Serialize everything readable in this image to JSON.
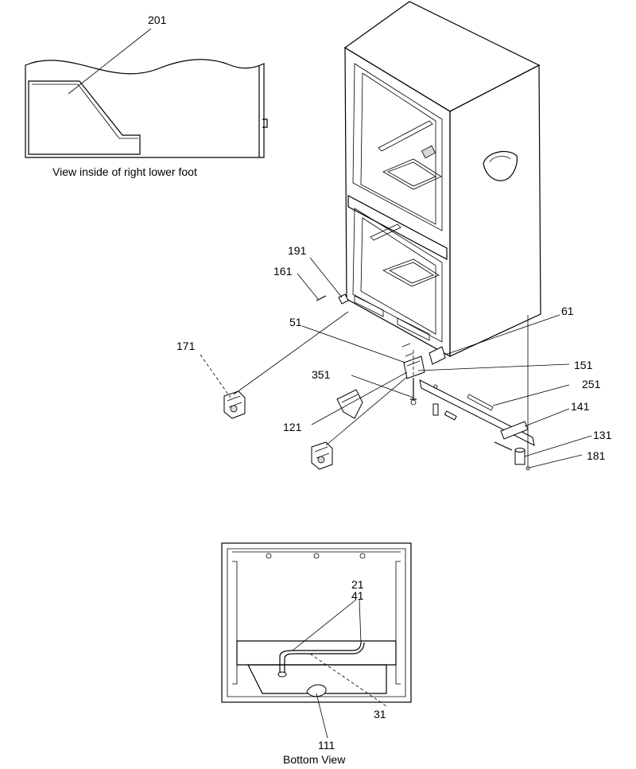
{
  "captions": {
    "inset": "View inside of right lower foot",
    "bottom": "Bottom View"
  },
  "callouts": {
    "c201": "201",
    "c191": "191",
    "c161": "161",
    "c51": "51",
    "c61": "61",
    "c171": "171",
    "c351": "351",
    "c151": "151",
    "c251": "251",
    "c121": "121",
    "c141": "141",
    "c131": "131",
    "c181": "181",
    "c21": "21",
    "c41": "41",
    "c31": "31",
    "c111": "111"
  }
}
